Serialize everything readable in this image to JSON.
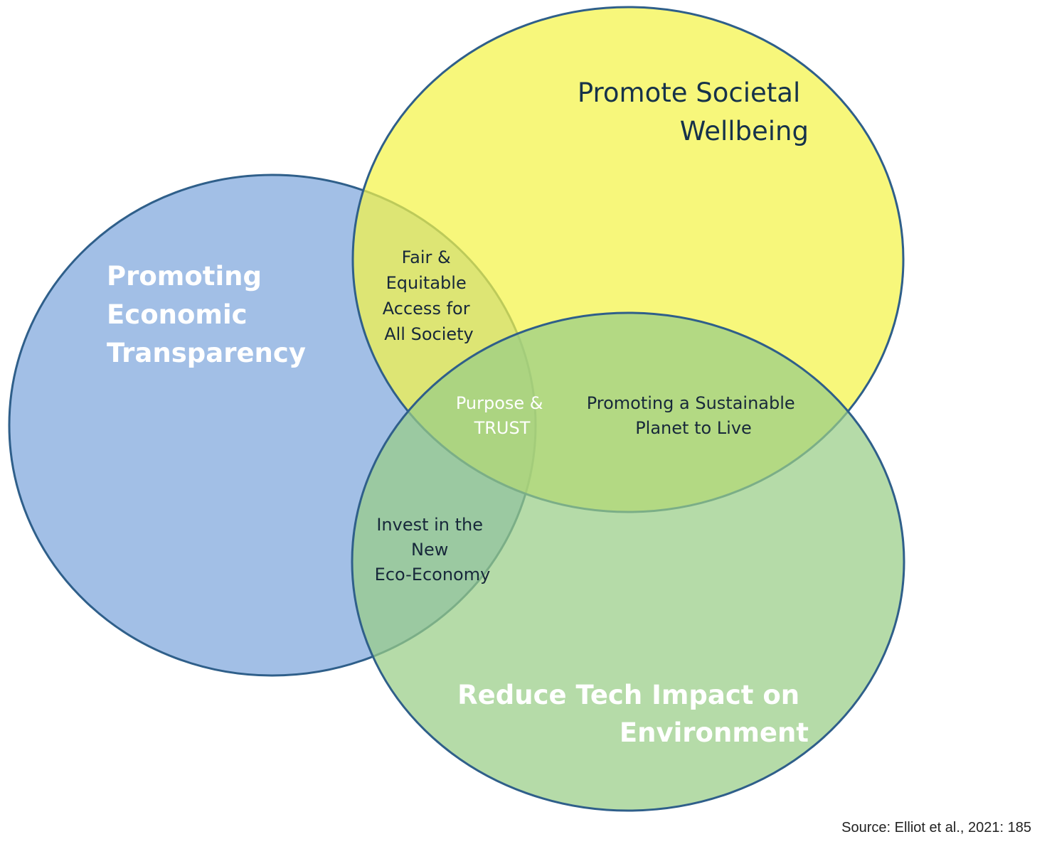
{
  "circles": {
    "economic": {
      "label_lines": [
        "Promoting",
        "Economic",
        "Transparency"
      ],
      "color": "#7ea6dc"
    },
    "societal": {
      "label_lines": [
        "Promote Societal",
        "Wellbeing"
      ],
      "color": "#f4f448"
    },
    "environment": {
      "label_lines": [
        "Reduce Tech Impact on",
        "Environment"
      ],
      "color": "#98cd86"
    }
  },
  "intersections": {
    "economic_societal": [
      "Fair &",
      "Equitable",
      "Access for",
      "All Society"
    ],
    "center": [
      "Purpose &",
      "TRUST"
    ],
    "societal_environment": [
      "Promoting a Sustainable",
      "Planet to Live"
    ],
    "economic_environment": [
      "Invest in the",
      "New",
      "Eco-Economy"
    ]
  },
  "source": "Source: Elliot et al., 2021: 185",
  "outline_color": "#2f5f8a"
}
